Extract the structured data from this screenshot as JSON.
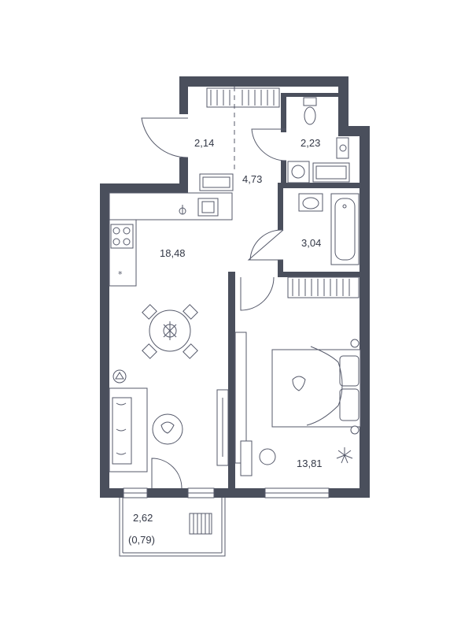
{
  "rooms": {
    "hall": "2,14",
    "bathroom_wc": "2,23",
    "corridor": "4,73",
    "kitchen_living": "18,48",
    "bathroom": "3,04",
    "bedroom": "13,81",
    "balcony": "2,62",
    "balcony_reduced": "(0,79)"
  },
  "colors": {
    "wall": "#4a4f5c",
    "line": "#55596a",
    "text": "#333846",
    "background": "#ffffff"
  },
  "icons": [
    "stove-icon",
    "sink-icon",
    "washing-machine-icon",
    "bathtub-icon",
    "toilet-icon",
    "bed-icon",
    "sofa-icon",
    "dining-table-icon",
    "plant-icon",
    "armchair-icon",
    "wardrobe-icon"
  ]
}
